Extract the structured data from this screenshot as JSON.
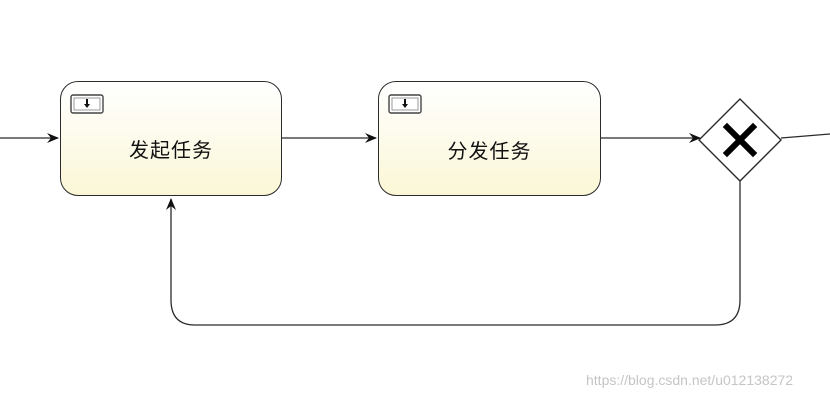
{
  "diagram": {
    "type": "flowchart",
    "nodes": [
      {
        "id": "task1",
        "kind": "user-task",
        "label": "发起任务"
      },
      {
        "id": "task2",
        "kind": "user-task",
        "label": "分发任务"
      },
      {
        "id": "gateway1",
        "kind": "exclusive-gateway",
        "label": ""
      }
    ],
    "edges": [
      {
        "from": "incoming",
        "to": "task1"
      },
      {
        "from": "task1",
        "to": "task2"
      },
      {
        "from": "task2",
        "to": "gateway1"
      },
      {
        "from": "gateway1",
        "to": "outgoing"
      },
      {
        "from": "gateway1",
        "to": "task1"
      }
    ]
  },
  "icons": {
    "task_icon": "user-task-icon",
    "gateway_icon": "x-gateway-icon"
  },
  "colors": {
    "line": "#2b2b2b",
    "task_fill_bottom": "#fbf7d6",
    "gateway_mark": "#000000",
    "watermark": "#c5c5c5"
  },
  "watermark": "https://blog.csdn.net/u012138272"
}
